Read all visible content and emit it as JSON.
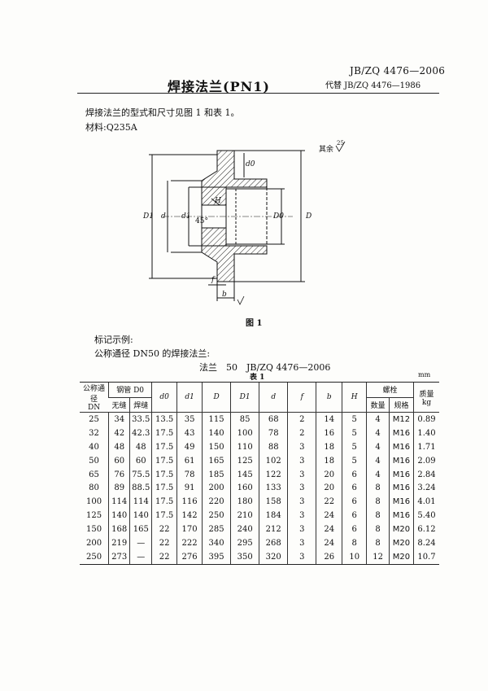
{
  "header": {
    "std_no": "JB/ZQ 4476—2006",
    "replaces": "代替 JB/ZQ 4476—1986",
    "title": "焊接法兰(PN1)"
  },
  "intro": {
    "line1": "焊接法兰的型式和尺寸见图 1 和表 1。",
    "line2": "材料:Q235A"
  },
  "figure": {
    "roughness_note": "其余",
    "roughness_value": "25",
    "caption": "图 1",
    "labels": {
      "d0": "d0",
      "H": "H",
      "d": "d",
      "d1": "d1",
      "D1": "D1",
      "D0": "D0",
      "D": "D",
      "f": "f",
      "b": "b",
      "chamfer": "45°"
    }
  },
  "marking": {
    "heading": "标记示例:",
    "sub": "公称通径 DN50 的焊接法兰:",
    "example": "法兰　50　JB/ZQ 4476—2006"
  },
  "table": {
    "caption": "表 1",
    "unit": "mm",
    "headers": {
      "dn_top": "公称通径",
      "dn_bottom": "DN",
      "pipe": "钢管 D0",
      "seamless": "无缝",
      "welded": "焊缝",
      "d0": "d0",
      "d1": "d1",
      "D": "D",
      "D1": "D1",
      "d": "d",
      "f": "f",
      "b": "b",
      "H": "H",
      "bolt": "螺栓",
      "qty": "数量",
      "spec": "规格",
      "mass_top": "质量",
      "mass_unit": "kg"
    },
    "rows": [
      [
        "25",
        "34",
        "33.5",
        "13.5",
        "35",
        "115",
        "85",
        "68",
        "2",
        "14",
        "5",
        "4",
        "M12",
        "0.89"
      ],
      [
        "32",
        "42",
        "42.3",
        "17.5",
        "43",
        "140",
        "100",
        "78",
        "2",
        "16",
        "5",
        "4",
        "M16",
        "1.40"
      ],
      [
        "40",
        "48",
        "48",
        "17.5",
        "49",
        "150",
        "110",
        "88",
        "3",
        "18",
        "5",
        "4",
        "M16",
        "1.71"
      ],
      [
        "50",
        "60",
        "60",
        "17.5",
        "61",
        "165",
        "125",
        "102",
        "3",
        "18",
        "5",
        "4",
        "M16",
        "2.09"
      ],
      [
        "65",
        "76",
        "75.5",
        "17.5",
        "78",
        "185",
        "145",
        "122",
        "3",
        "20",
        "6",
        "4",
        "M16",
        "2.84"
      ],
      [
        "80",
        "89",
        "88.5",
        "17.5",
        "91",
        "200",
        "160",
        "133",
        "3",
        "20",
        "6",
        "8",
        "M16",
        "3.24"
      ],
      [
        "100",
        "114",
        "114",
        "17.5",
        "116",
        "220",
        "180",
        "158",
        "3",
        "22",
        "6",
        "8",
        "M16",
        "4.01"
      ],
      [
        "125",
        "140",
        "140",
        "17.5",
        "142",
        "250",
        "210",
        "184",
        "3",
        "24",
        "6",
        "8",
        "M16",
        "5.40"
      ],
      [
        "150",
        "168",
        "165",
        "22",
        "170",
        "285",
        "240",
        "212",
        "3",
        "24",
        "6",
        "8",
        "M20",
        "6.12"
      ],
      [
        "200",
        "219",
        "—",
        "22",
        "222",
        "340",
        "295",
        "268",
        "3",
        "24",
        "8",
        "8",
        "M20",
        "8.24"
      ],
      [
        "250",
        "273",
        "—",
        "22",
        "276",
        "395",
        "350",
        "320",
        "3",
        "26",
        "10",
        "12",
        "M20",
        "10.7"
      ]
    ]
  }
}
